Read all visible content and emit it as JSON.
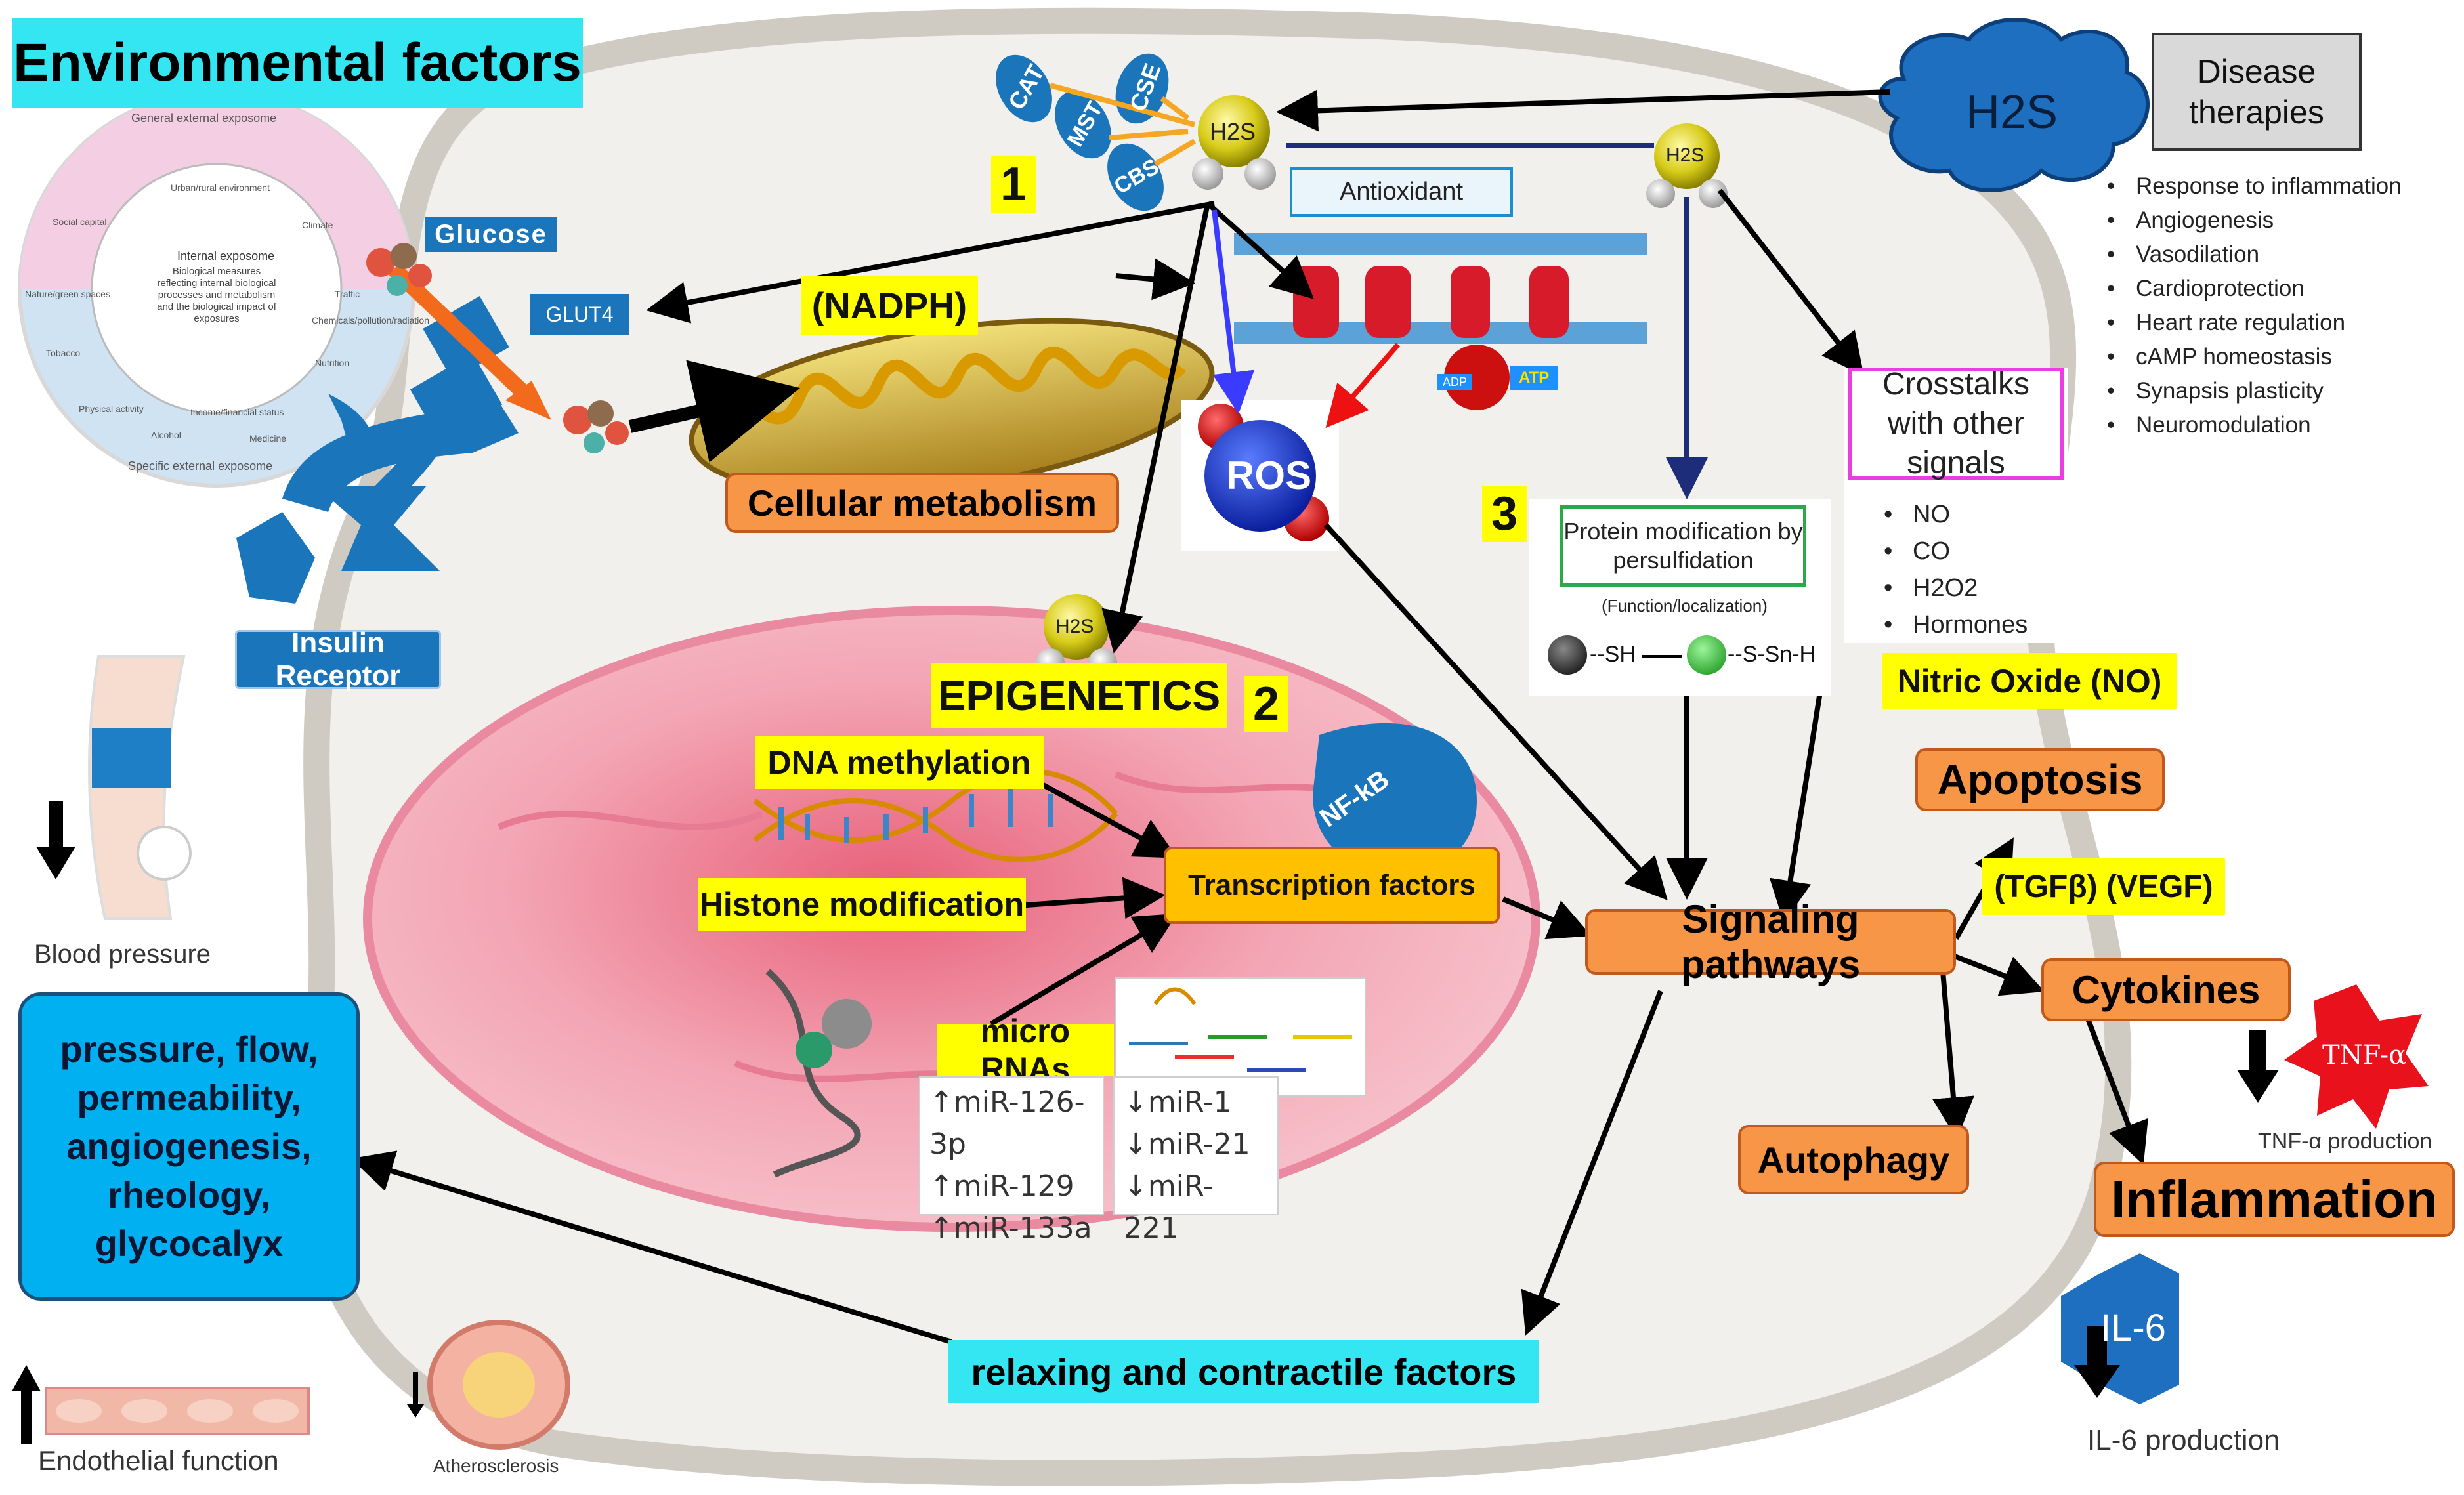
{
  "environment": {
    "title": "Environmental factors",
    "exposome": {
      "general_label": "General external exposome",
      "specific_label": "Specific external exposome",
      "internal_title": "Internal exposome",
      "internal_text": "Biological measures reflecting internal biological processes and metabolism and the biological impact of exposures",
      "items": [
        "Social capital",
        "Urban/rural environment",
        "Climate",
        "Nature/green spaces",
        "Traffic",
        "Chemicals/pollution/radiation",
        "Tobacco",
        "Nutrition",
        "Physical activity",
        "Alcohol",
        "Income/financial status",
        "Medicine"
      ]
    }
  },
  "glucose_label": "Glucose",
  "glut4_label": "GLUT4",
  "insulin_receptor_label": "Insulin Receptor",
  "nadph_label": "(NADPH)",
  "cellular_metabolism_label": "Cellular metabolism",
  "h2s": {
    "cloud_label": "H2S",
    "molecule_label": "H2S",
    "enzymes": [
      "CAT",
      "MST",
      "CSE",
      "CBS"
    ]
  },
  "numbers": [
    "1",
    "2",
    "3"
  ],
  "antioxidant_label": "Antioxidant",
  "atp_label": "ATP",
  "adp_label": "ADP",
  "ros_label": "ROS",
  "epigenetics": {
    "title": "EPIGENETICS",
    "dna_methylation": "DNA methylation",
    "histone_modification": "Histone modification",
    "micro_rnas": "micro RNAs",
    "transcription_factors": "Transcription factors",
    "nfkb": "NF-kB",
    "mirna_up": [
      "↑miR-126-3p",
      "↑miR-129",
      "↑miR-133a"
    ],
    "mirna_down": [
      "↓miR-1",
      "↓miR-21",
      "↓miR-221"
    ]
  },
  "persulfidation": {
    "title": "Protein modification by persulfidation",
    "subtitle": "(Function/localization)",
    "left": "--SH",
    "right": "--S-Sn-H"
  },
  "crosstalks": {
    "title": "Crosstalks with other signals",
    "items": [
      "NO",
      "CO",
      "H2O2",
      "Hormones"
    ]
  },
  "nitric_oxide_label": "Nitric Oxide (NO)",
  "disease_therapies": {
    "title": "Disease therapies",
    "items": [
      "Response to inflammation",
      "Angiogenesis",
      "Vasodilation",
      "Cardioprotection",
      "Heart rate regulation",
      "cAMP homeostasis",
      "Synapsis plasticity",
      "Neuromodulation"
    ]
  },
  "signaling_pathways_label": "Signaling pathways",
  "apoptosis_label": "Apoptosis",
  "tgf_vegf_label": "(TGFβ) (VEGF)",
  "cytokines_label": "Cytokines",
  "autophagy_label": "Autophagy",
  "inflammation_label": "Inflammation",
  "tnf": {
    "badge": "TNF-α",
    "caption": "TNF-α production"
  },
  "il6": {
    "badge": "IL-6",
    "caption": "IL-6 production"
  },
  "relaxing_label": "relaxing and contractile factors",
  "outcomes_box": [
    "pressure, flow,",
    "permeability,",
    "angiogenesis,",
    "rheology,",
    "glycocalyx"
  ],
  "blood_pressure_caption": "Blood pressure",
  "endothelial_caption": "Endothelial function",
  "atherosclerosis_caption": "Atherosclerosis",
  "colors": {
    "yellow": "#ffff00",
    "orange": "#f79646",
    "cyan": "#33e6f2",
    "blue": "#1b75bb",
    "nucleus": "#f3a5b4",
    "cell": "#f2f0ec"
  }
}
